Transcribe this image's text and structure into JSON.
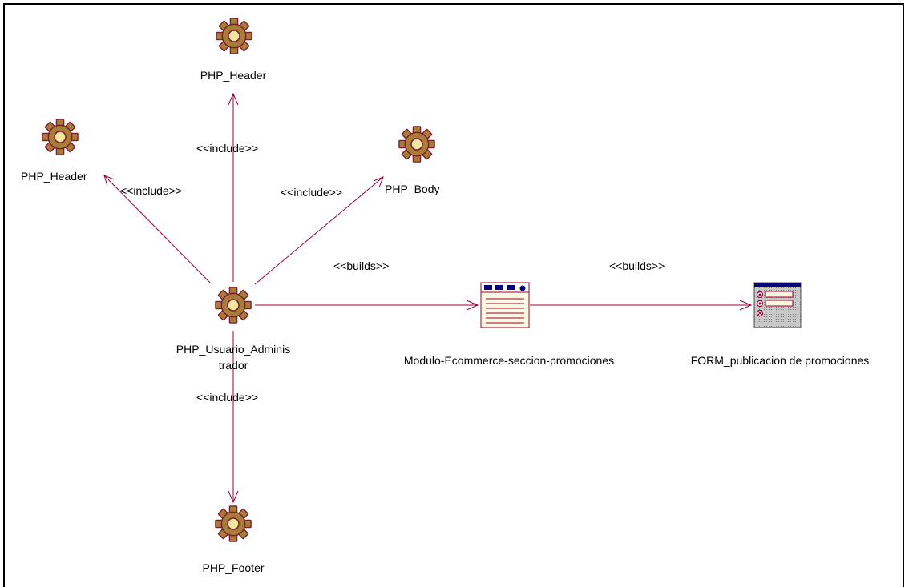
{
  "nodes": {
    "header_top": {
      "label": "PHP_Header",
      "icon": "php-gear-icon"
    },
    "header_left": {
      "label": "PHP_Header",
      "icon": "php-gear-icon"
    },
    "body": {
      "label": "PHP_Body",
      "icon": "php-gear-icon"
    },
    "admin": {
      "label_line1": "PHP_Usuario_Adminis",
      "label_line2": "trador",
      "icon": "php-gear-icon"
    },
    "footer": {
      "label": "PHP_Footer",
      "icon": "php-gear-icon"
    },
    "module": {
      "label": "Modulo-Ecommerce-seccion-promociones",
      "icon": "client-page-icon"
    },
    "form": {
      "label": "FORM_publicacion de promociones",
      "icon": "html-form-icon"
    }
  },
  "edges": {
    "admin_header_top": "<<include>>",
    "admin_header_left": "<<include>>",
    "admin_body": "<<include>>",
    "admin_footer": "<<include>>",
    "admin_module": "<<builds>>",
    "module_form": "<<builds>>"
  },
  "colors": {
    "arrow": "#990033",
    "gear_fill": "#9c6a3c",
    "gear_stroke": "#7a1e2e",
    "gear_center": "#f2e6a0",
    "page_fill": "#fff8e0",
    "page_lines": "#990033",
    "form_header": "#000080"
  }
}
